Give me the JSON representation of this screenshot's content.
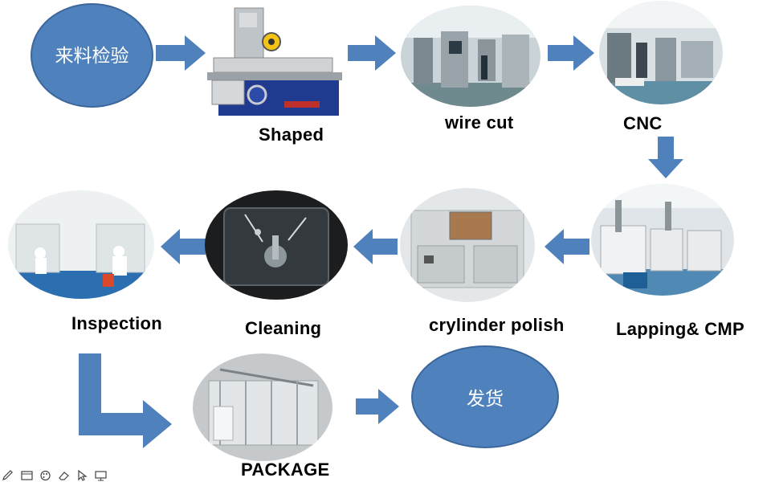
{
  "start_node": {
    "text": "来料检验"
  },
  "end_node": {
    "text": "发货"
  },
  "steps": {
    "shaped": "Shaped",
    "wire_cut": "wire cut",
    "cnc": "CNC",
    "lapping": "Lapping& CMP",
    "cylinder_polish": "crylinder polish",
    "cleaning": "Cleaning",
    "inspection": "Inspection",
    "package": "PACKAGE"
  },
  "colors": {
    "node_fill": "#4f81bd",
    "arrow_fill": "#4f81bd",
    "label_text": "#000000"
  },
  "toolbar": {
    "icons": [
      "pen-icon",
      "window-icon",
      "palette-icon",
      "eraser-icon",
      "pointer-icon",
      "screen-icon"
    ]
  }
}
